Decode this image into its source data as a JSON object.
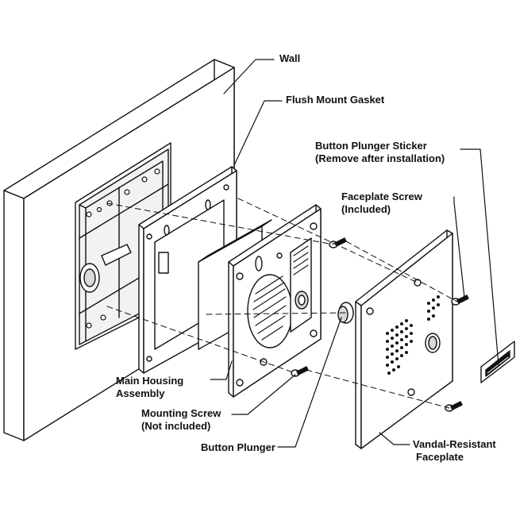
{
  "labels": {
    "wall": "Wall",
    "gasket": "Flush Mount Gasket",
    "sticker_1": "Button Plunger Sticker",
    "sticker_2": "(Remove after installation)",
    "faceplate_screw_1": "Faceplate Screw",
    "faceplate_screw_2": "(Included)",
    "housing_1": "Main Housing",
    "housing_2": "Assembly",
    "mounting_screw_1": "Mounting Screw",
    "mounting_screw_2": "(Not included)",
    "button_plunger": "Button Plunger",
    "faceplate_1": "Vandal-Resistant",
    "faceplate_2": "Faceplate"
  },
  "colors": {
    "line": "#111111",
    "fill": "#ffffff",
    "shade": "#d9d9d9"
  }
}
